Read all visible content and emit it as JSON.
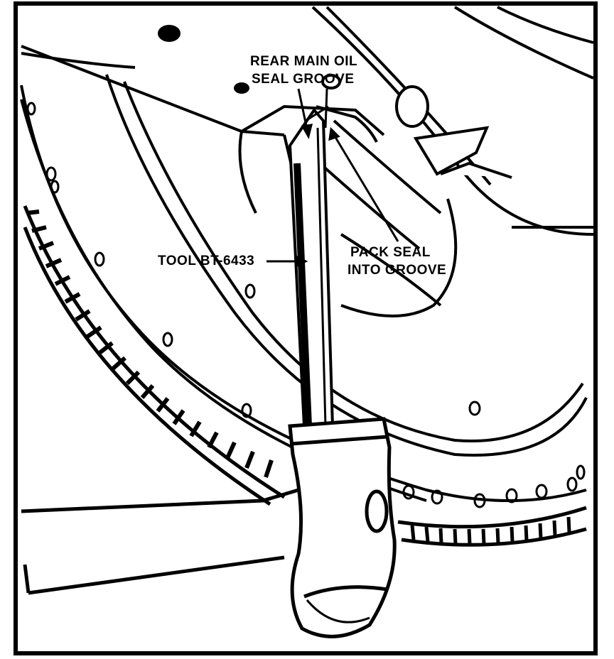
{
  "labels": {
    "rear_main_oil": "REAR MAIN OIL",
    "seal_groove": "SEAL GROOVE",
    "tool": "TOOL BT-6433",
    "pack_seal": "PACK SEAL",
    "into_groove": "INTO GROOVE"
  },
  "colors": {
    "ink": "#000000",
    "paper": "#ffffff"
  }
}
